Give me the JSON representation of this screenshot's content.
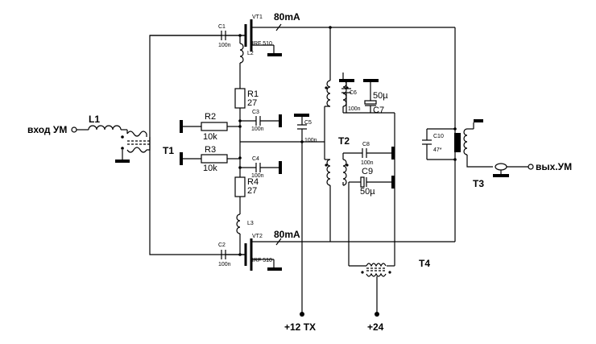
{
  "labels": {
    "input": "вход УМ",
    "output": "вых.УМ",
    "supply_12": "+12 TX",
    "supply_24": "+24",
    "current_top": "80mA",
    "current_bottom": "80mA"
  },
  "components": {
    "L1": "L1",
    "T1": "T1",
    "T2": "T2",
    "T3": "T3",
    "T4": "T4",
    "VT1": "VT1",
    "VT2": "VT2",
    "VT1_part": "IRF 510",
    "VT2_part": "IRF 510",
    "C1": "C1",
    "C1_val": "100n",
    "C2": "C2",
    "C2_val": "100n",
    "C3": "C3",
    "C3_val": "100n",
    "C4": "C4",
    "C4_val": "100n",
    "C5": "C5",
    "C5_val": "100n",
    "C6": "C6",
    "C6_val": "100n",
    "C7": "C7",
    "C7_val": "50µ",
    "C8": "C8",
    "C8_val": "100n",
    "C9": "C9",
    "C9_val": "50µ",
    "C10": "C10",
    "C10_val": "47*",
    "L2": "L2",
    "L3": "L3",
    "R1": "R1",
    "R1_val": "27",
    "R2": "R2",
    "R2_val": "10k",
    "R3": "R3",
    "R3_val": "10k",
    "R4": "R4",
    "R4_val": "27"
  }
}
